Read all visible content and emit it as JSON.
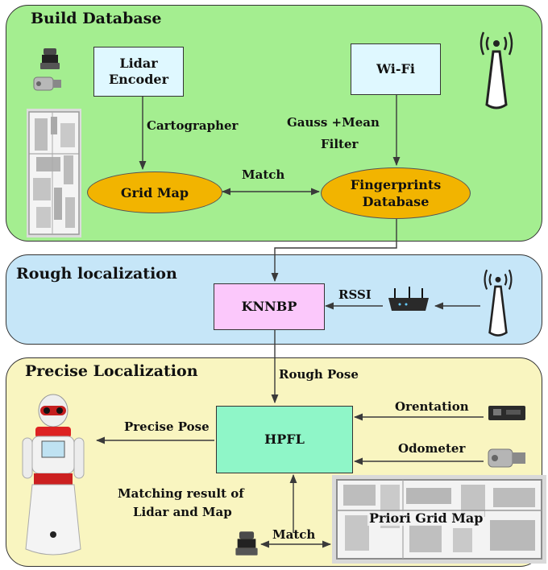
{
  "panels": {
    "build": {
      "title": "Build Database"
    },
    "rough": {
      "title": "Rough localization"
    },
    "precise": {
      "title": "Precise Localization"
    }
  },
  "nodes": {
    "lidar_encoder": {
      "line1": "Lidar",
      "line2": "Encoder"
    },
    "wifi": {
      "label": "Wi-Fi"
    },
    "grid_map": {
      "label": "Grid Map"
    },
    "fingerprints": {
      "line1": "Fingerprints",
      "line2": "Database"
    },
    "knnbp": {
      "label": "KNNBP"
    },
    "hpfl": {
      "label": "HPFL"
    },
    "priori_map": {
      "label": "Priori Grid Map"
    }
  },
  "edges": {
    "cartographer": "Cartographer",
    "gauss_line1": "Gauss +Mean",
    "gauss_line2": "Filter",
    "match_top": "Match",
    "rssi": "RSSI",
    "rough_pose": "Rough Pose",
    "precise_pose": "Precise Pose",
    "orientation": "Orentation",
    "odometer": "Odometer",
    "matching_line1": "Matching result of",
    "matching_line2": "Lidar and Map",
    "match_bottom": "Match"
  },
  "colors": {
    "build_bg": "#a4ee90",
    "rough_bg": "#c6e6f8",
    "precise_bg": "#f9f5c0",
    "lidar_box": "#dff8ff",
    "wifi_box": "#dff8ff",
    "ellipse": "#f2b400",
    "knnbp_box": "#fbc8fb",
    "hpfl_box": "#8ff6c8"
  }
}
